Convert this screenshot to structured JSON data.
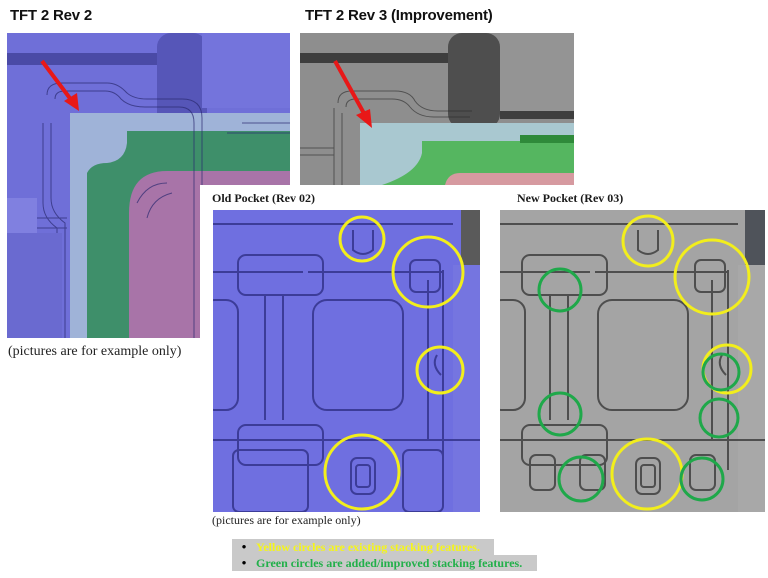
{
  "top_left": {
    "title": "TFT 2 Rev 2",
    "caption": "(pictures are for example only)",
    "colors": {
      "base": "#6f6fd8",
      "pink": "#a874a8",
      "green": "#3e8f6a",
      "lightblue": "#9fb3d8",
      "arrow": "#e81818"
    }
  },
  "top_right": {
    "title": "TFT 2 Rev 3 (Improvement)",
    "colors": {
      "base": "#8e8e8e",
      "pink": "#d69aa0",
      "green": "#55b660",
      "lightblue": "#a9c8d0",
      "arrow": "#e81818"
    }
  },
  "old_pocket": {
    "label": "Old Pocket (Rev 02)",
    "base_color": "#6f6fe0",
    "caption": "(pictures are for example only)"
  },
  "new_pocket": {
    "label": "New Pocket (Rev 03)",
    "base_color": "#a4a4a4"
  },
  "legend": {
    "items": [
      {
        "text": "Yellow circles are existing stacking features.",
        "color": "#f5f51a"
      },
      {
        "text": "Green circles are added/improved stacking features.",
        "color": "#22b04a"
      }
    ]
  },
  "markers": {
    "yellow": "#f2ee1c",
    "green": "#1fa84a"
  }
}
